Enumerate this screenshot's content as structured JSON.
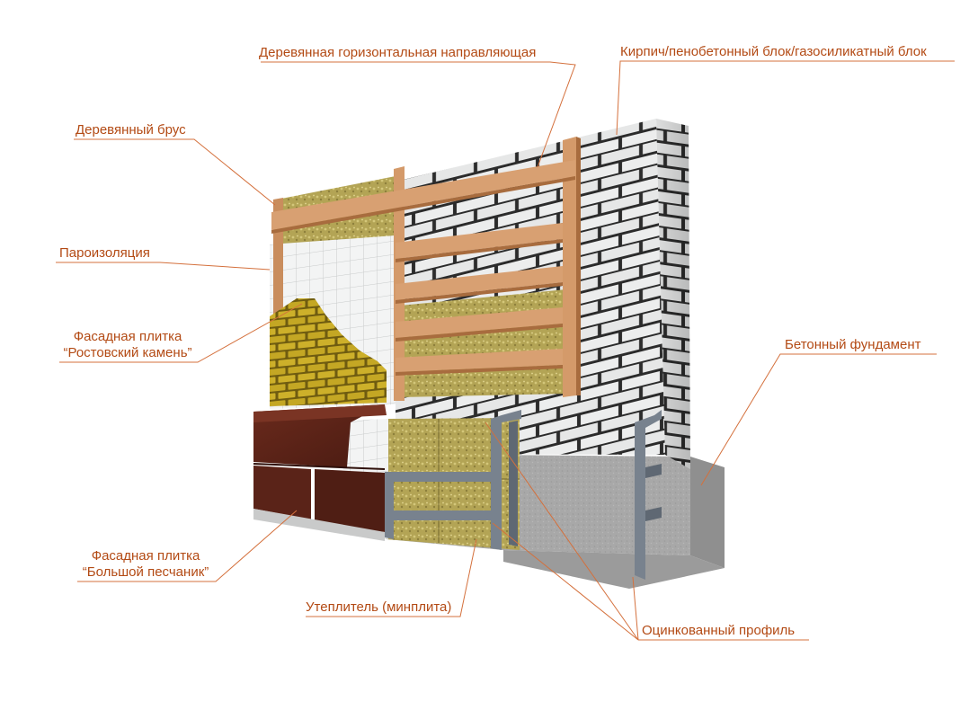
{
  "colors": {
    "accent": "#c8551e",
    "label_text": "#b34a14",
    "leader": "#d4703c",
    "brick": "#e9eaea",
    "mortar": "#2b2b2b",
    "wood": "#d49a6a",
    "wood_dark": "#b07140",
    "insulation": "#b6a75c",
    "concrete": "#a9a9a9",
    "tile_yellow": "#cfb22c",
    "tile_brown": "#5a2318",
    "profile": "#76808c",
    "vapor": "#f2f3f3"
  },
  "labels": {
    "horizontal_rail": "Деревянная горизонтальная направляющая",
    "brick_block": "Кирпич/пенобетонный блок/газосиликатный блок",
    "wooden_beam": "Деревянный брус",
    "vapor_barrier": "Пароизоляция",
    "rostov_tile_1": "Фасадная плитка",
    "rostov_tile_2": "“Ростовский камень”",
    "concrete_foundation": "Бетонный фундамент",
    "sandstone_tile_1": "Фасадная плитка",
    "sandstone_tile_2": "“Большой песчаник”",
    "insulation": "Утеплитель (минплита)",
    "galvanized_profile": "Оцинкованный профиль"
  }
}
